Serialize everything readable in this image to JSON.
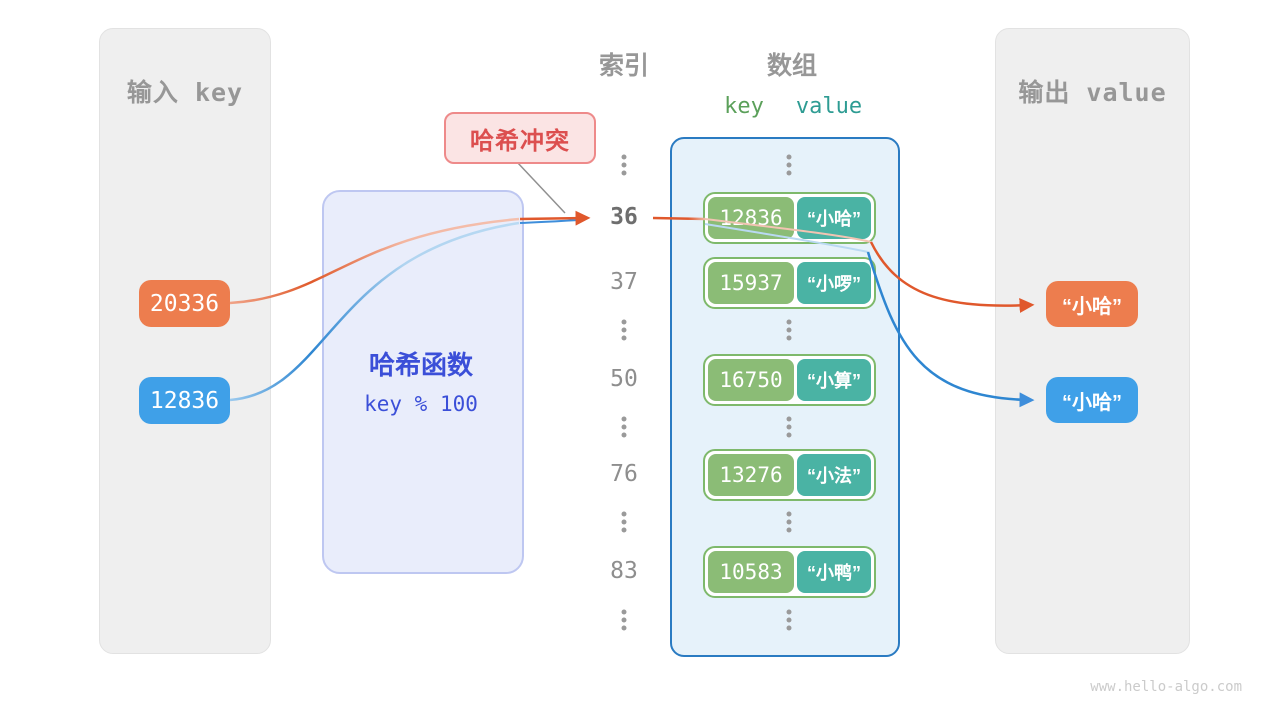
{
  "left_panel": {
    "title": "输入 key"
  },
  "right_panel": {
    "title": "输出 value"
  },
  "hash_box": {
    "title": "哈希函数",
    "formula": "key % 100"
  },
  "collision_label": "哈希冲突",
  "headers": {
    "index": "索引",
    "array": "数组",
    "key": "key",
    "value": "value"
  },
  "inputs": [
    {
      "label": "20336"
    },
    {
      "label": "12836"
    }
  ],
  "index_column": {
    "values": [
      "36",
      "37",
      "50",
      "76",
      "83"
    ],
    "highlighted": "36"
  },
  "array": {
    "rows": [
      {
        "key": "12836",
        "value": "“小哈”"
      },
      {
        "key": "15937",
        "value": "“小啰”"
      },
      {
        "key": "16750",
        "value": "“小算”"
      },
      {
        "key": "13276",
        "value": "“小法”"
      },
      {
        "key": "10583",
        "value": "“小鸭”"
      }
    ]
  },
  "outputs": [
    {
      "label": "“小哈”"
    },
    {
      "label": "“小哈”"
    }
  ],
  "watermark": "www.hello-algo.com",
  "colors": {
    "orange": "#ed7d4e",
    "blue": "#3fa0e8",
    "key_green": "#8bbc76",
    "value_teal": "#4ab3a4",
    "array_border_blue": "#2a7bc2",
    "hash_text_blue": "#3b4fd8",
    "collision_red": "#dc4f4f",
    "panel_gray": "#efefef"
  }
}
